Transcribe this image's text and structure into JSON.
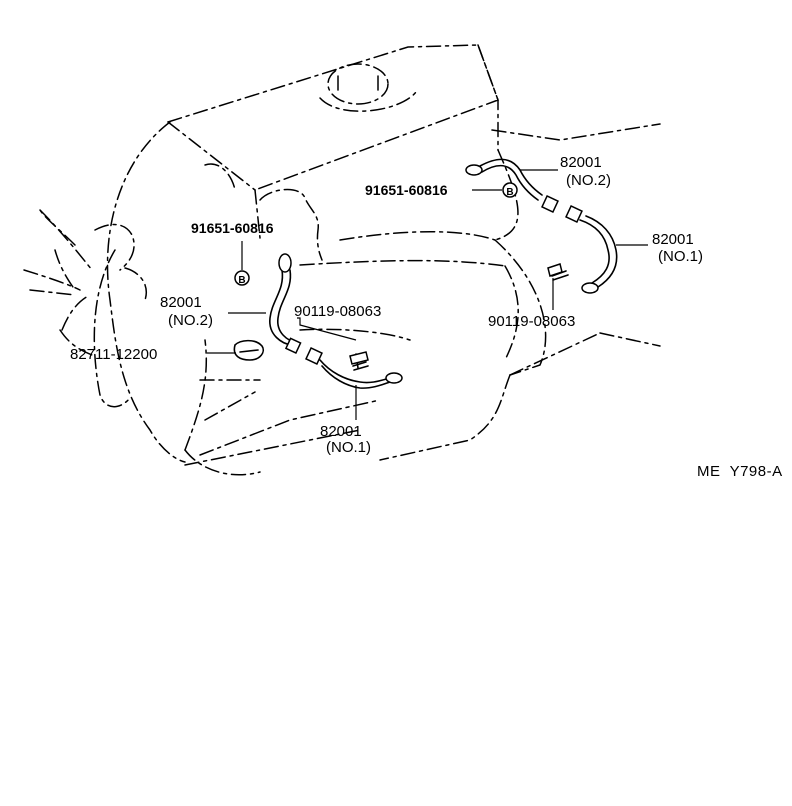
{
  "diagram": {
    "code": "ME  Y798-A",
    "labels": {
      "left_bolt_part": "91651-60816",
      "left_cable_no2_part": "82001",
      "left_cable_no2_num": "(NO.2)",
      "left_screw_part": "90119-08063",
      "clamp_part": "82711-12200",
      "left_cable_no1_part": "82001",
      "left_cable_no1_num": "(NO.1)",
      "right_bolt_part": "91651-60816",
      "right_cable_no2_part": "82001",
      "right_cable_no2_num": "(NO.2)",
      "right_cable_no1_part": "82001",
      "right_cable_no1_num": "(NO.1)",
      "right_screw_part": "90119-08063"
    },
    "bolt_marker": "B"
  }
}
